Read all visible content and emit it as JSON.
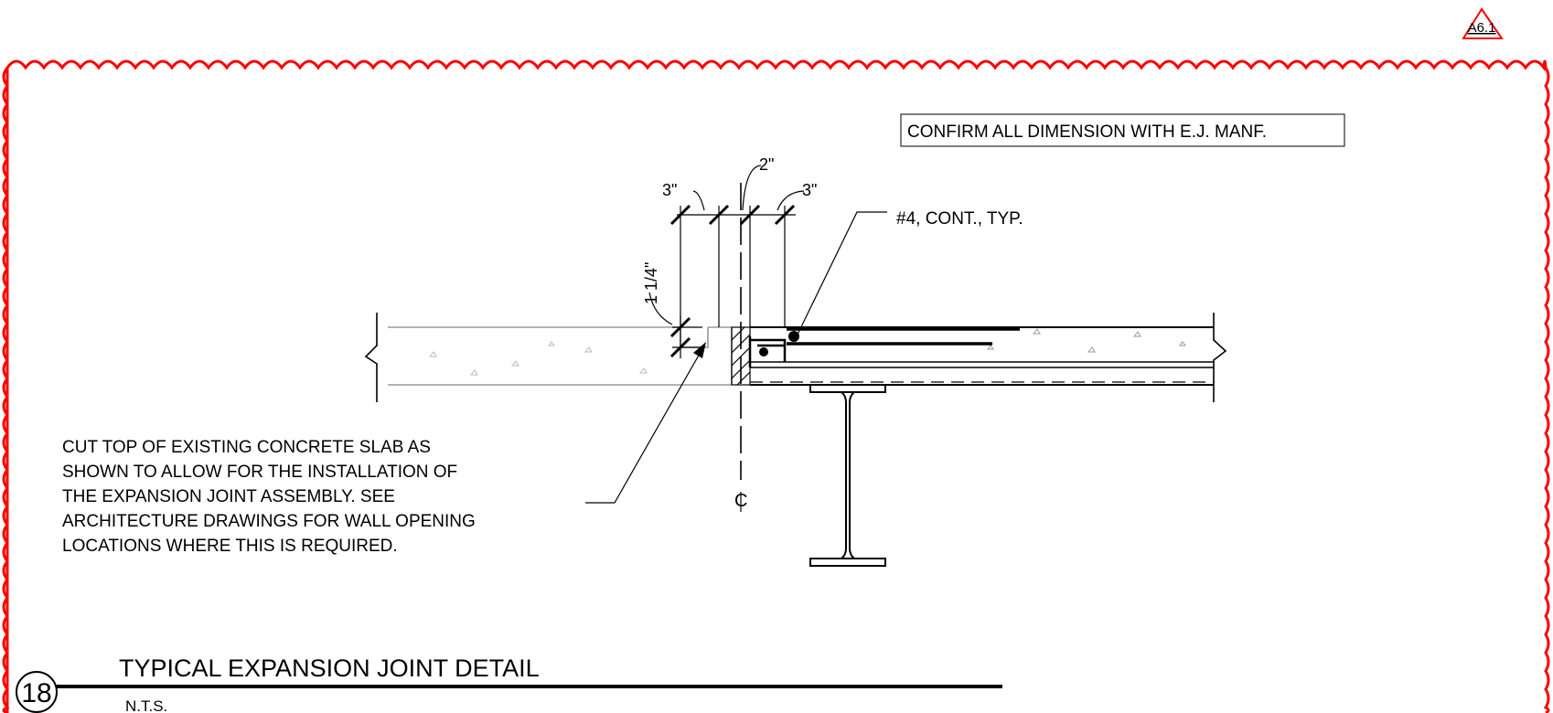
{
  "revision_tag": "A6.1",
  "confirm_note": "CONFIRM ALL DIMENSION WITH E.J. MANF.",
  "dimensions": {
    "left_3": "3\"",
    "mid_2": "2\"",
    "right_3": "3\"",
    "depth": "1 1/4\""
  },
  "rebar_note": "#4, CONT., TYP.",
  "centerline_symbol": "CL",
  "cut_note": [
    "CUT TOP OF EXISTING CONCRETE SLAB AS",
    "SHOWN TO ALLOW FOR THE INSTALLATION OF",
    "THE EXPANSION JOINT ASSEMBLY. SEE",
    "ARCHITECTURE DRAWINGS FOR WALL OPENING",
    "LOCATIONS WHERE THIS IS REQUIRED."
  ],
  "detail_number": "18",
  "detail_title": "TYPICAL EXPANSION JOINT DETAIL",
  "detail_scale": "N.T.S.",
  "colors": {
    "revision_cloud": "#ff0000",
    "linework": "#000000",
    "existing": "#999999"
  }
}
